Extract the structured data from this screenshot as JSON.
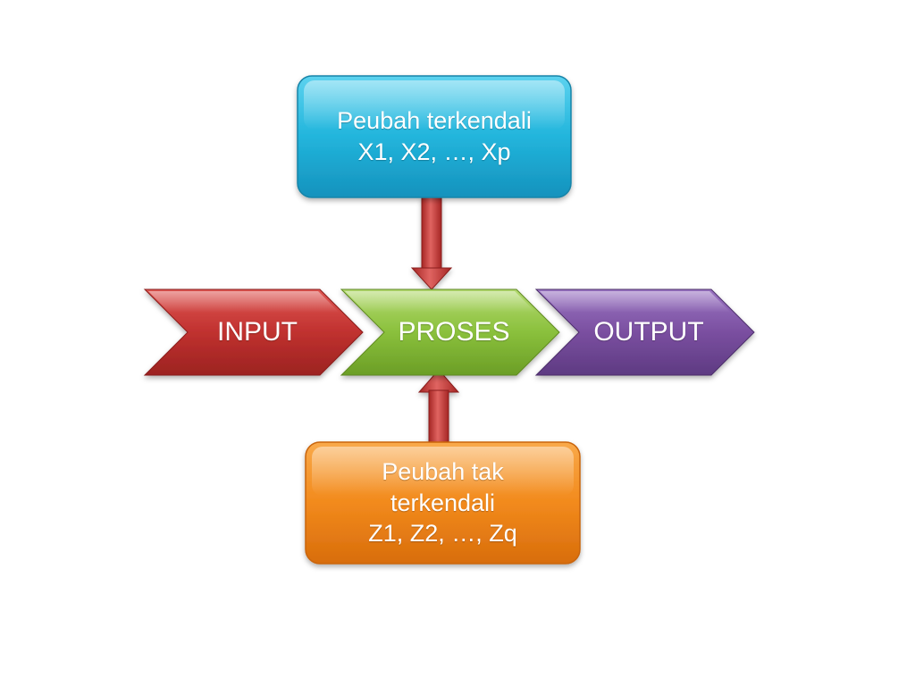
{
  "diagram": {
    "top_box": {
      "line1": "Peubah terkendali",
      "line2": "X1, X2, …, Xp",
      "color": "#1fb3d9"
    },
    "bottom_box": {
      "line1": "Peubah tak",
      "line2": "terkendali",
      "line3": "Z1, Z2, …, Zq",
      "color": "#f28a1c"
    },
    "chevrons": [
      {
        "label": "INPUT",
        "color": "#c0312f"
      },
      {
        "label": "PROSES",
        "color": "#8ac03c"
      },
      {
        "label": "OUTPUT",
        "color": "#7a4fa0"
      }
    ],
    "arrow_color": "#c0312f"
  }
}
